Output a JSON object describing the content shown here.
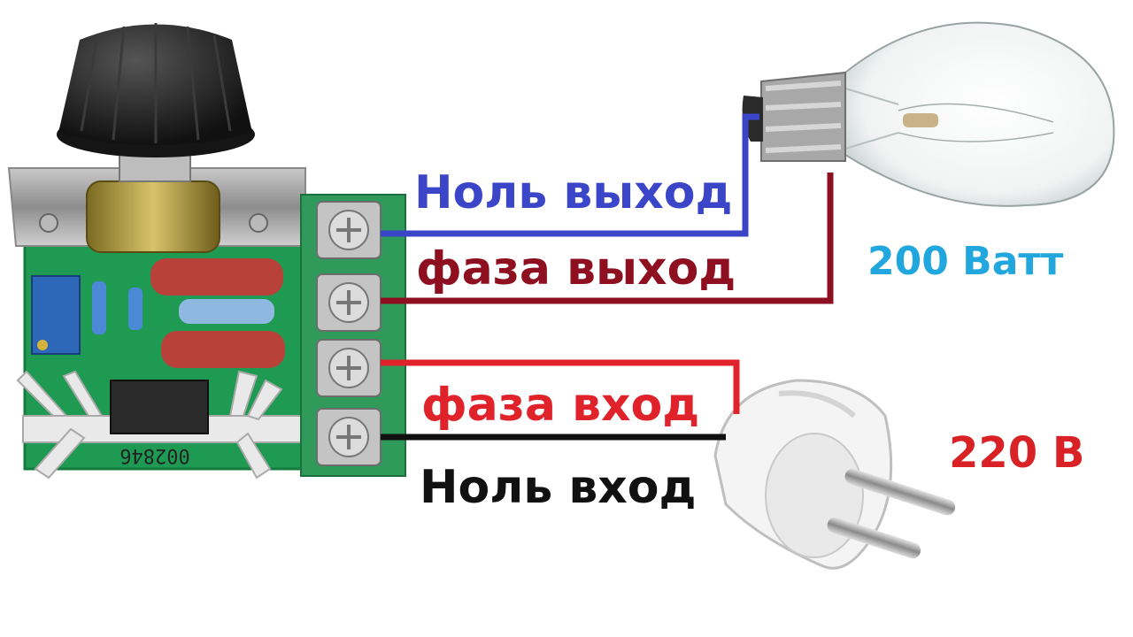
{
  "labels": {
    "neutral_out": "Ноль выход",
    "phase_out": "фаза выход",
    "phase_in": "фаза вход",
    "neutral_in": "Ноль вход",
    "lamp_power": "200 Ватт",
    "voltage": "220 В"
  },
  "board": {
    "marking": "002846"
  },
  "colors": {
    "neutral_out": "#3a45c8",
    "phase_out": "#8e1020",
    "phase_in": "#e0222a",
    "neutral_in": "#111111",
    "lamp_power": "#21a7dd",
    "voltage": "#d82226",
    "pcb": "#1f9a52",
    "terminal": "#2f9a5a"
  },
  "icons": {
    "dimmer": "dimmer-module-icon",
    "lamp": "incandescent-bulb-icon",
    "plug": "mains-plug-icon"
  }
}
